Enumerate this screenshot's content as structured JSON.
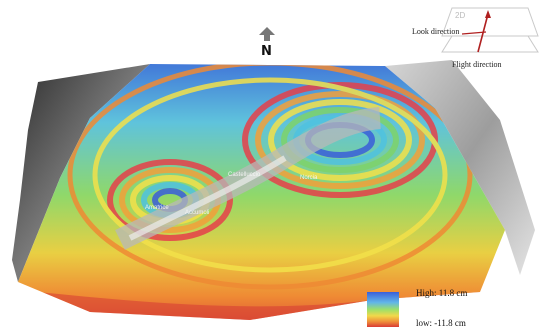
{
  "map": {
    "north_label": "N",
    "orientation": {
      "mode_label": "2D",
      "look_direction_label": "Look direction",
      "flight_direction_label": "Flight direction"
    },
    "place_labels": [
      "Amatrice",
      "Accumoli",
      "Norcia",
      "Castelluccio"
    ],
    "legend": {
      "high_label": "High: 11.8 cm",
      "low_label": "low: -11.8 cm",
      "colors": [
        "#3a5fd9",
        "#62b6e8",
        "#9be06b",
        "#f1d94a",
        "#f0923a",
        "#d93b35"
      ]
    }
  }
}
